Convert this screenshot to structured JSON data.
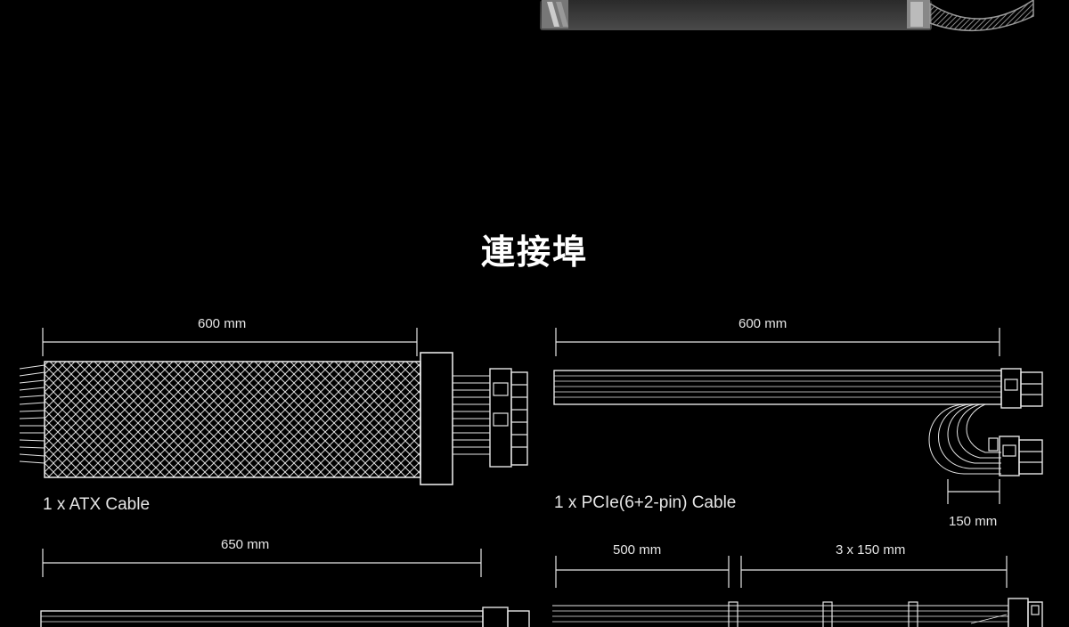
{
  "section": {
    "title": "連接埠"
  },
  "cables": [
    {
      "name": "1 x ATX Cable",
      "dimensions": [
        "600 mm"
      ]
    },
    {
      "name": "1 x PCIe(6+2-pin) Cable",
      "dimensions": [
        "600 mm",
        "150 mm"
      ]
    },
    {
      "name": "",
      "dimensions": [
        "650 mm"
      ]
    },
    {
      "name": "",
      "dimensions": [
        "500 mm",
        "3 x 150 mm"
      ]
    }
  ]
}
